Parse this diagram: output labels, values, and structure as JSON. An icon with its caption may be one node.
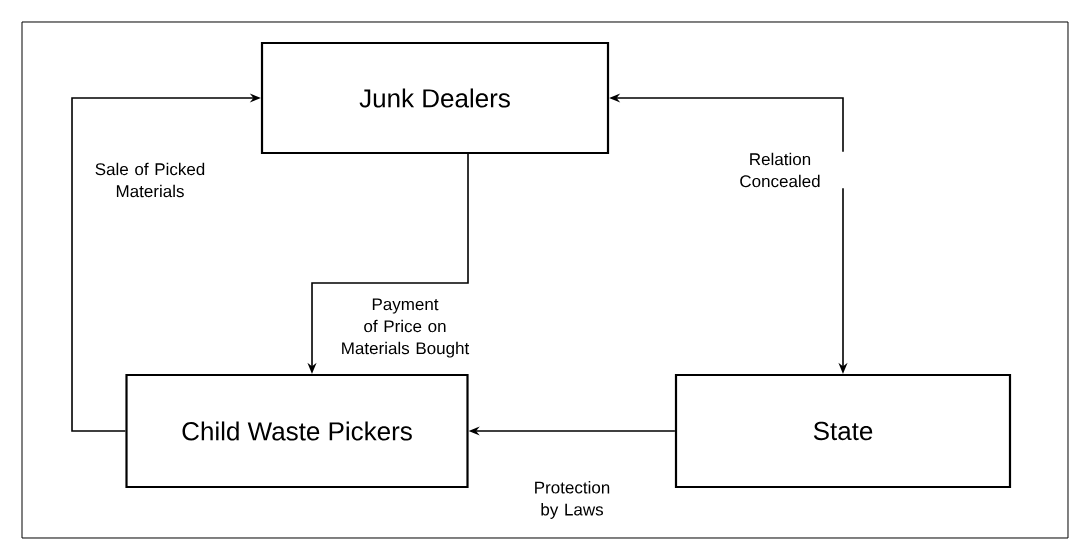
{
  "diagram": {
    "nodes": [
      {
        "text": [
          "Junk Dealers"
        ]
      },
      {
        "text": [
          "Child Waste Pickers"
        ]
      },
      {
        "text": [
          "State"
        ]
      }
    ],
    "edges": [
      {
        "from": 1,
        "to": 0,
        "arrow": "to",
        "label": "Sale of Picked Materials"
      },
      {
        "from": 0,
        "to": 1,
        "arrow": "to",
        "label": "Payment of Price on Materials Bought"
      },
      {
        "from": 2,
        "to": 0,
        "arrow": "both",
        "label": "Relation Concealed"
      },
      {
        "from": 2,
        "to": 1,
        "arrow": "to",
        "label": "Protection by Laws"
      }
    ]
  }
}
